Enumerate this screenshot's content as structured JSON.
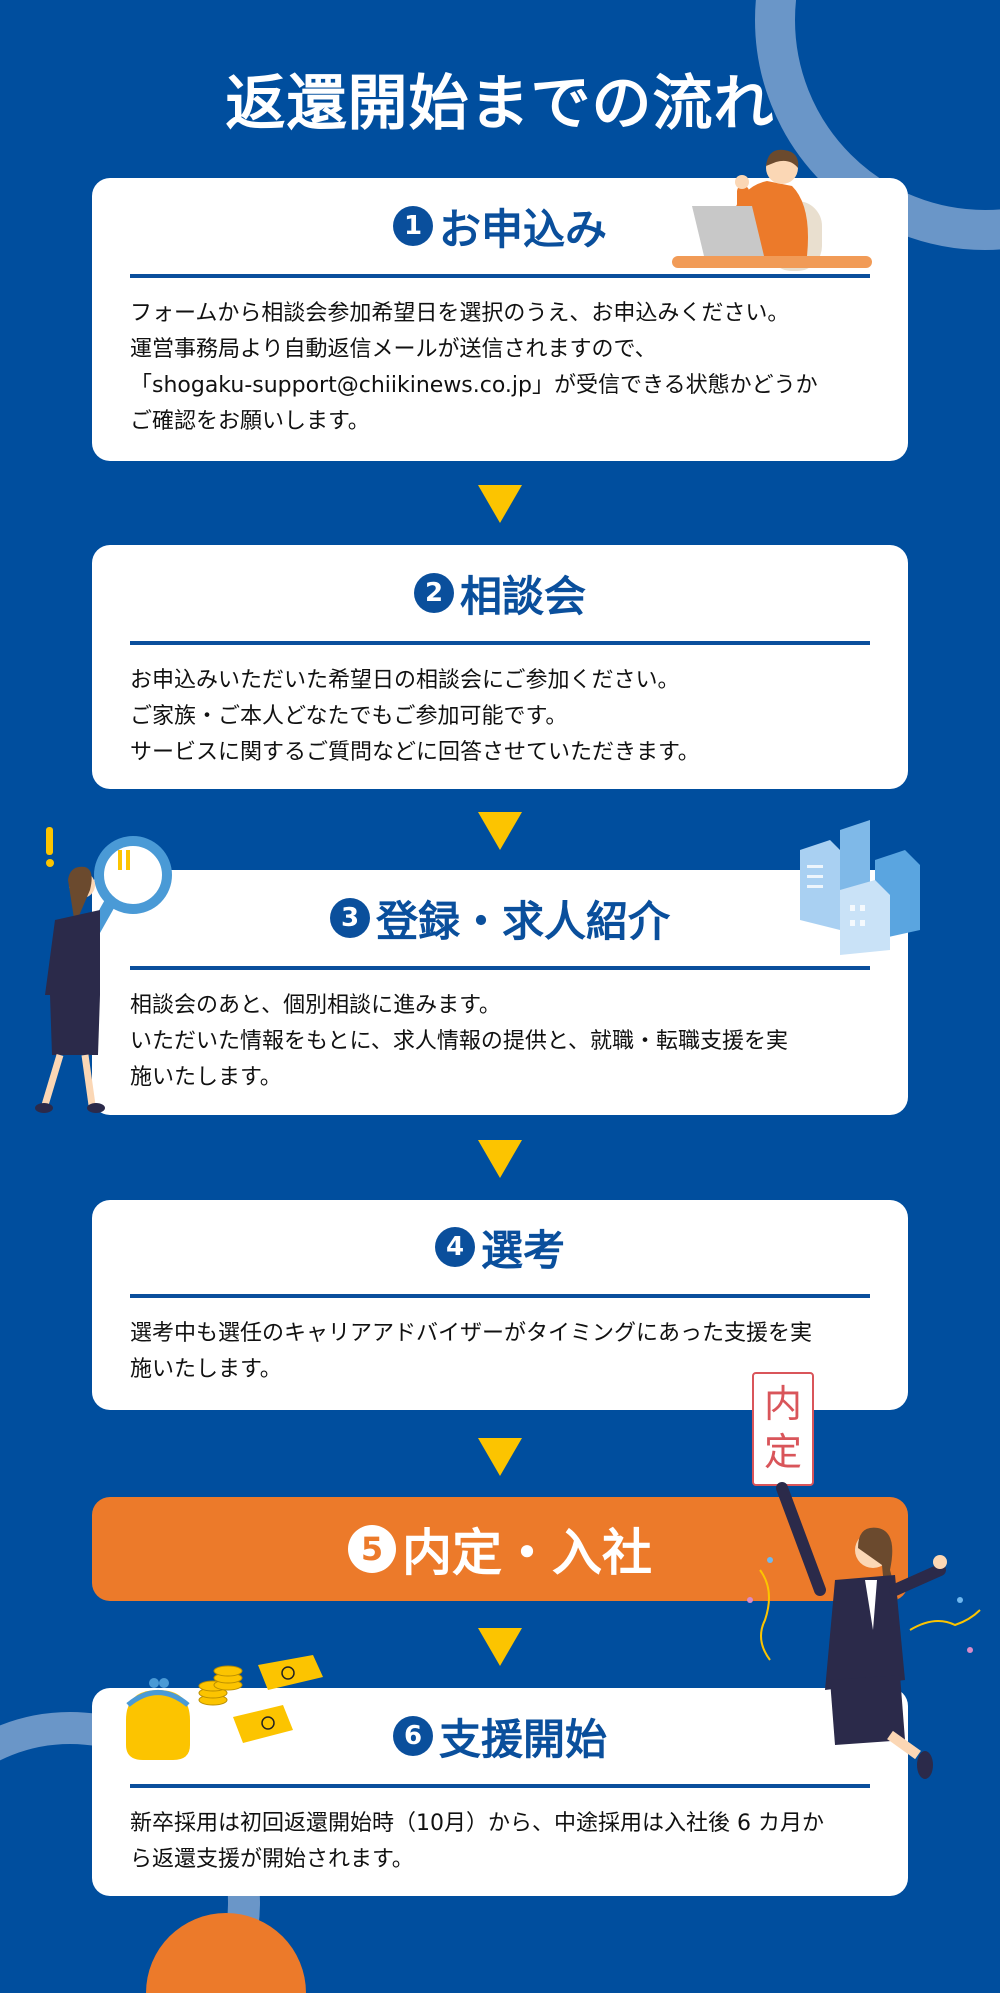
{
  "title": "返還開始までの流れ",
  "colors": {
    "background": "#004e9e",
    "accent_blue": "#0a4f9c",
    "arrow_yellow": "#fcc400",
    "highlight_orange": "#ec7a2a",
    "ring": "#6a96c8"
  },
  "steps": [
    {
      "number": "1",
      "title": "お申込み",
      "lines": [
        "フォームから相談会参加希望日を選択のうえ、お申込みください。",
        "運営事務局より自動返信メールが送信されますので、",
        "「shogaku-support@chiikinews.co.jp」が受信できる状態かどうか",
        "ご確認をお願いします。"
      ],
      "illustration": "person-at-laptop-icon"
    },
    {
      "number": "2",
      "title": "相談会",
      "lines": [
        "お申込みいただいた希望日の相談会にご参加ください。",
        "ご家族・ご本人どなたでもご参加可能です。",
        "サービスに関するご質問などに回答させていただきます。"
      ]
    },
    {
      "number": "3",
      "title": "登録・求人紹介",
      "lines": [
        "相談会のあと、個別相談に進みます。",
        "いただいた情報をもとに、求人情報の提供と、就職・転職支援を実",
        "施いたします。"
      ],
      "illustration": "woman-with-magnifier-icon",
      "illustration_right": "office-buildings-icon"
    },
    {
      "number": "4",
      "title": "選考",
      "lines": [
        "選考中も選任のキャリアアドバイザーがタイミングにあった支援を実",
        "施いたします。"
      ]
    },
    {
      "number": "5",
      "title": "内定・入社",
      "highlight": true,
      "illustration": "jumping-woman-with-sign-icon",
      "sign_text": "内定"
    },
    {
      "number": "6",
      "title": "支援開始",
      "lines": [
        "新卒採用は初回返還開始時（10月）から、中途採用は入社後 6 カ月か",
        "ら返還支援が開始されます。"
      ],
      "illustration": "coin-purse-and-money-icon"
    }
  ]
}
